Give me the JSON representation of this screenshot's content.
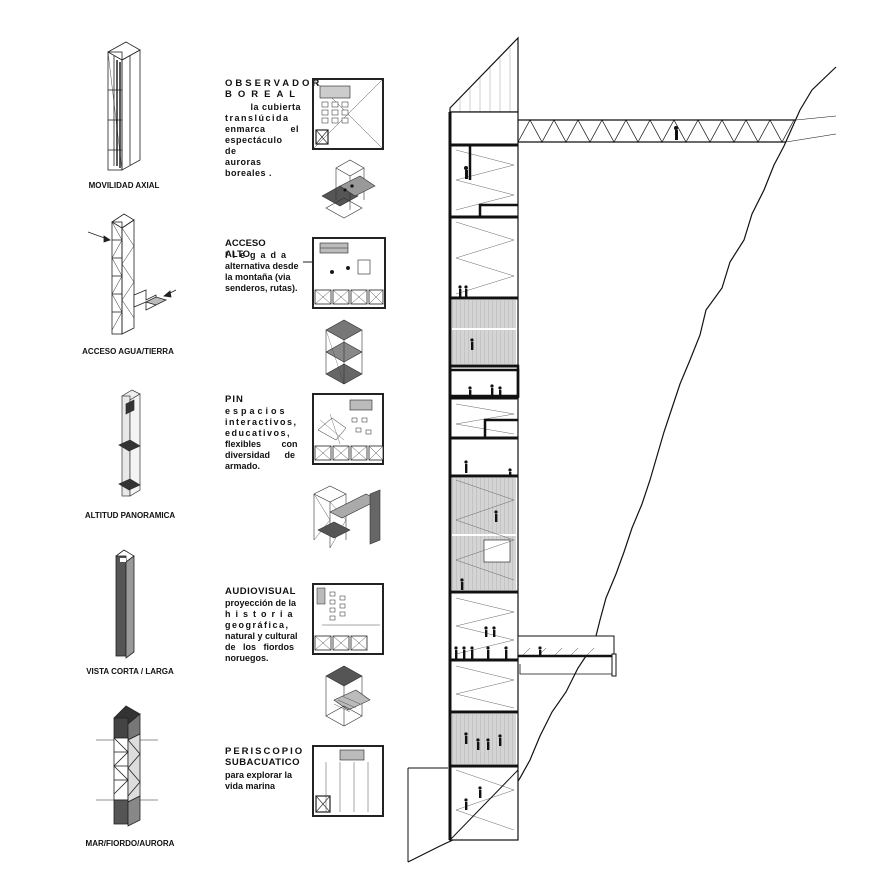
{
  "towers": [
    {
      "id": "movilidad",
      "label": "MOVILIDAD AXIAL"
    },
    {
      "id": "acceso",
      "label": "ACCESO AGUA/TIERRA"
    },
    {
      "id": "altitud",
      "label": "ALTITUD PANORAMICA"
    },
    {
      "id": "vista",
      "label": "VISTA CORTA / LARGA"
    },
    {
      "id": "mar",
      "label": "MAR/FIORDO/AURORA"
    }
  ],
  "programs": [
    {
      "id": "observador",
      "title_lines": [
        "OBSERVADOR",
        "BOREAL"
      ],
      "desc_lines": [
        "la cubierta",
        "translúcida",
        "enmarca el",
        "espectáculo de",
        "auroras boreales ."
      ]
    },
    {
      "id": "acceso_alto",
      "title_lines": [
        "ACCESO ALTO"
      ],
      "desc_lines": [
        "llegada",
        "alternativa desde",
        "la montaña (via",
        "senderos, rutas)."
      ]
    },
    {
      "id": "pin",
      "title_lines": [
        "PIN"
      ],
      "desc_lines": [
        "espacios",
        "interactivos,",
        "educativos,",
        "flexibles con",
        "diversidad de",
        "armado."
      ]
    },
    {
      "id": "audiovisual",
      "title_lines": [
        "AUDIOVISUAL"
      ],
      "desc_lines": [
        "proyección de la",
        "historia",
        "geográfica,",
        "natural y cultural",
        "de los fiordos",
        "noruegos."
      ]
    },
    {
      "id": "periscopio",
      "title_lines": [
        "PERISCOPIO",
        "SUBACUATICO"
      ],
      "desc_lines": [
        "para explorar la",
        "vida marina"
      ]
    }
  ],
  "colors": {
    "ink": "#111111",
    "grey_mid": "#9a9a9a",
    "grey_light": "#d6d6d6",
    "grey_dark": "#555555"
  }
}
